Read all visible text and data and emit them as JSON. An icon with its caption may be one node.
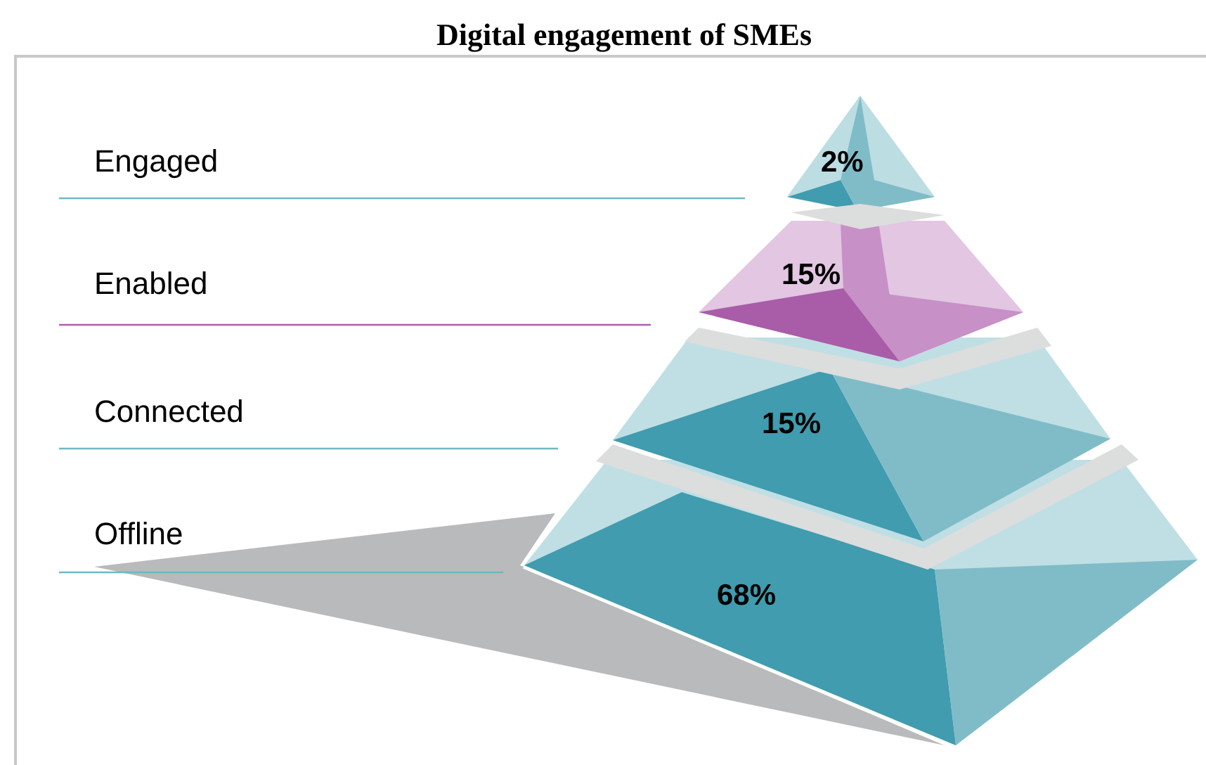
{
  "diagram": {
    "title": "Digital engagement of SMEs",
    "nodes": [
      {
        "text": [
          "2%"
        ]
      },
      {
        "text": [
          "15%"
        ]
      },
      {
        "text": [
          "15%"
        ]
      },
      {
        "text": [
          "68%"
        ]
      }
    ],
    "labels": [
      "Engaged",
      "Enabled",
      "Connected",
      "Offline"
    ]
  }
}
